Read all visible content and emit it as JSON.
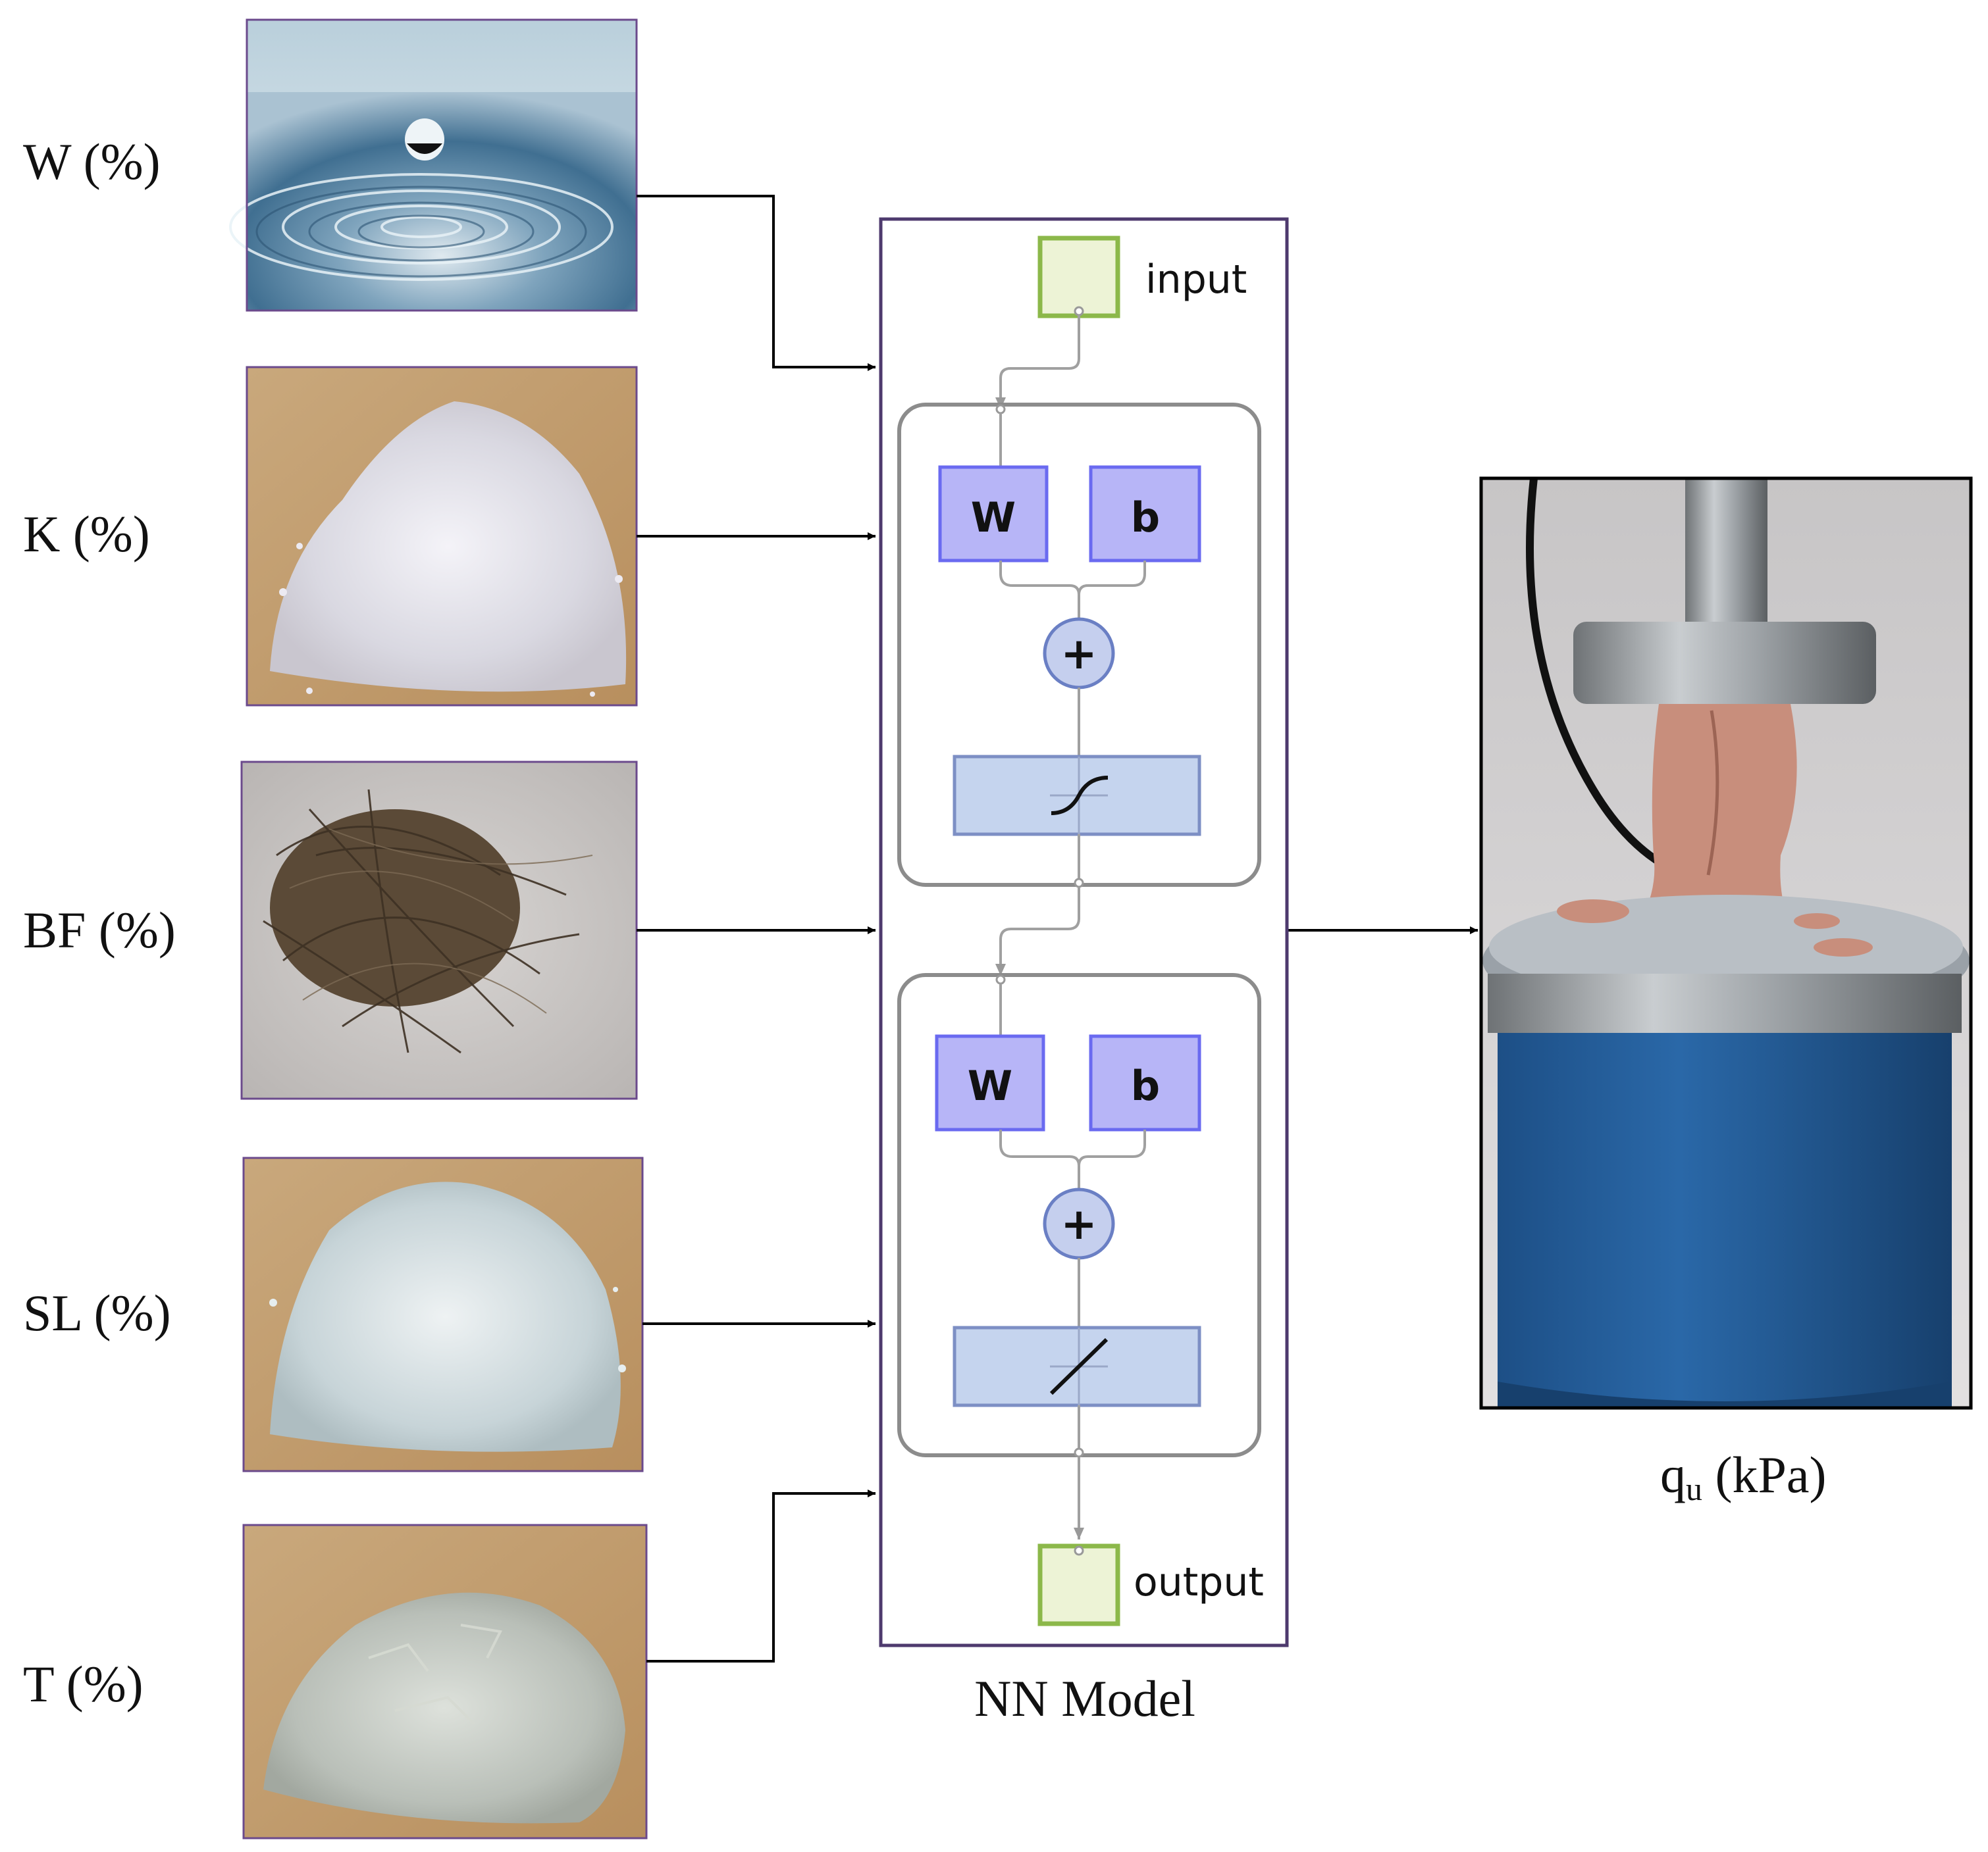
{
  "inputs": [
    {
      "label": "W (%)",
      "image": "water-droplet-ripple-photo"
    },
    {
      "label": "K (%)",
      "image": "kaolin-powder-photo"
    },
    {
      "label": "BF (%)",
      "image": "basalt-fiber-photo"
    },
    {
      "label": "SL (%)",
      "image": "slag-powder-photo"
    },
    {
      "label": "T (%)",
      "image": "tuff-powder-photo"
    }
  ],
  "model": {
    "caption": "NN Model",
    "input_label": "input",
    "output_label": "output",
    "hidden_layer": {
      "weight_label": "W",
      "bias_label": "b",
      "sum_symbol": "+",
      "activation": "sigmoid-transfer-icon"
    },
    "output_layer": {
      "weight_label": "W",
      "bias_label": "b",
      "sum_symbol": "+",
      "activation": "linear-transfer-icon"
    }
  },
  "output": {
    "symbol": "q",
    "subscript": "u",
    "unit": " (kPa)",
    "image": "unconfined-compression-test-photo"
  },
  "colors": {
    "frame": "#4e3a6e",
    "node_fill": "#c5cfee",
    "node_stroke": "#6a6af0",
    "weight_fill": "#b7b5f7",
    "io_fill": "#edf3d6",
    "io_stroke": "#8cb84a",
    "layer_stroke": "#8c8c8c"
  }
}
